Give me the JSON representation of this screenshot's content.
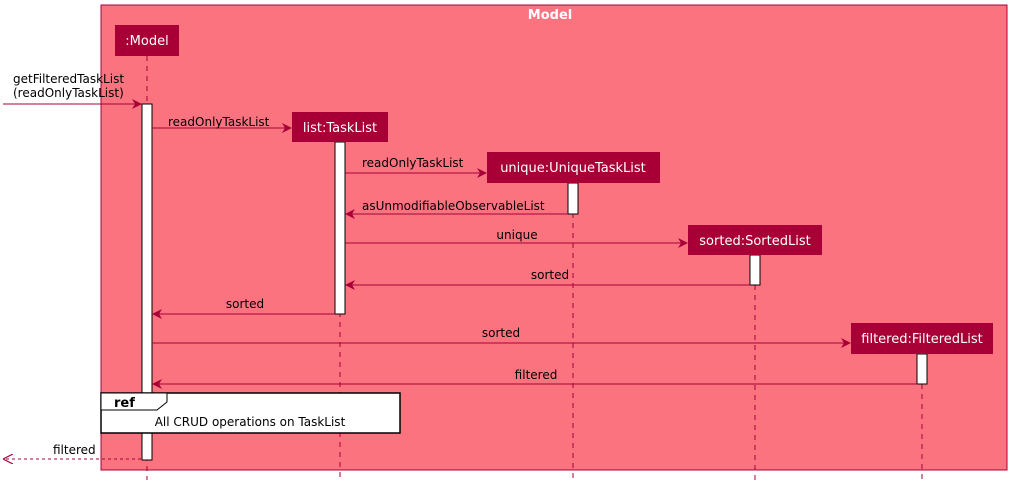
{
  "boundary": {
    "title": "Model",
    "fill": "#FC7380",
    "border": "#A80036"
  },
  "participants": [
    {
      "id": "model",
      "label": ":Model"
    },
    {
      "id": "list",
      "label": "list:TaskList"
    },
    {
      "id": "unique",
      "label": "unique:UniqueTaskList"
    },
    {
      "id": "sorted",
      "label": "sorted:SortedList"
    },
    {
      "id": "filtered",
      "label": "filtered:FilteredList"
    }
  ],
  "messages": [
    {
      "label_lines": [
        "getFilteredTaskList",
        "(readOnlyTaskList)"
      ],
      "from": "external",
      "to": "model",
      "style": "call"
    },
    {
      "label_lines": [
        "readOnlyTaskList"
      ],
      "from": "model",
      "to": "list",
      "style": "create"
    },
    {
      "label_lines": [
        "readOnlyTaskList"
      ],
      "from": "list",
      "to": "unique",
      "style": "create"
    },
    {
      "label_lines": [
        "asUnmodifiableObservableList"
      ],
      "from": "unique",
      "to": "list",
      "style": "return"
    },
    {
      "label_lines": [
        "unique"
      ],
      "from": "list",
      "to": "sorted",
      "style": "create"
    },
    {
      "label_lines": [
        "sorted"
      ],
      "from": "sorted",
      "to": "list",
      "style": "return"
    },
    {
      "label_lines": [
        "sorted"
      ],
      "from": "list",
      "to": "model",
      "style": "return"
    },
    {
      "label_lines": [
        "sorted"
      ],
      "from": "model",
      "to": "filtered",
      "style": "create"
    },
    {
      "label_lines": [
        "filtered"
      ],
      "from": "filtered",
      "to": "model",
      "style": "return"
    },
    {
      "label_lines": [
        "filtered"
      ],
      "from": "model",
      "to": "external",
      "style": "dashed-return"
    }
  ],
  "ref": {
    "tag": "ref",
    "text": "All CRUD operations on TaskList"
  },
  "colors": {
    "participant_fill": "#A80036",
    "arrow": "#A80036",
    "activation_fill": "#FFFFFF",
    "lifeline": "#A80036"
  }
}
